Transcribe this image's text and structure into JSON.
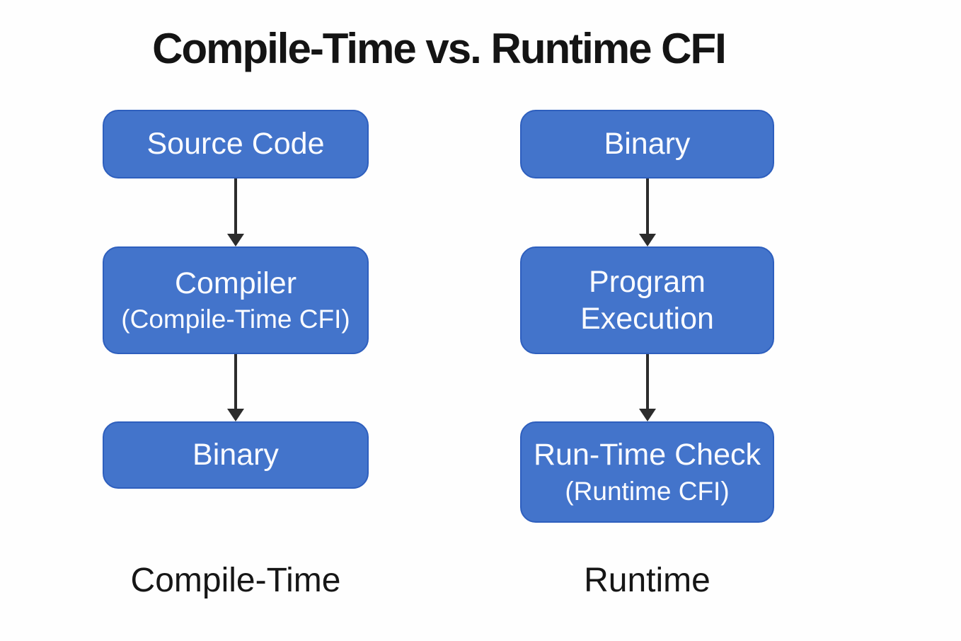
{
  "title": "Compile-Time vs. Runtime CFI",
  "colors": {
    "background": "#fefefe",
    "box_fill": "#4374cb",
    "box_border": "#2e5fbe",
    "box_text": "#fafbff",
    "arrow": "#2c2c2c",
    "heading_text": "#141414"
  },
  "diagram": {
    "left_column": {
      "caption": "Compile-Time",
      "nodes": [
        {
          "title": "Source Code"
        },
        {
          "title": "Compiler",
          "subtitle": "(Compile-Time CFI)"
        },
        {
          "title": "Binary"
        }
      ]
    },
    "right_column": {
      "caption": "Runtime",
      "nodes": [
        {
          "title": "Binary"
        },
        {
          "title": "Program Execution"
        },
        {
          "title": "Run-Time Check",
          "subtitle": "(Runtime CFI)"
        }
      ]
    }
  }
}
